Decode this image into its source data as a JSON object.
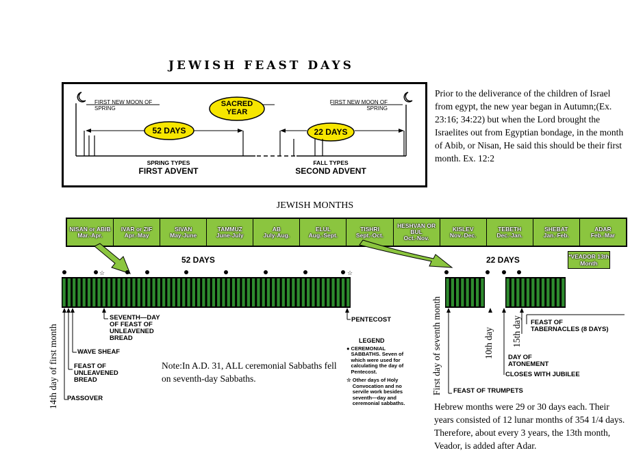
{
  "title": "JEWISH FEAST DAYS",
  "intro_text": "Prior to the deliverance of the children of Israel from egypt, the new year began in Autumn;(Ex. 23:16; 34:22) but when the Lord brought the Israelites out from Egyptian bondage, in the month of Abib, or Nisan, He said this should be their first month. Ex. 12:2",
  "top_diagram": {
    "left_moon": "FIRST NEW MOON OF SPRING",
    "right_moon": "FIRST NEW MOON OF SPRING",
    "sacred_year": "SACRED YEAR",
    "days_left": "52 DAYS",
    "days_right": "22 DAYS",
    "spring_types": "SPRING TYPES",
    "first_advent": "FIRST ADVENT",
    "fall_types": "FALL TYPES",
    "second_advent": "SECOND ADVENT"
  },
  "months_title": "JEWISH MONTHS",
  "months": [
    {
      "name": "NISAN or ABIB",
      "period": "Mar.-Apr."
    },
    {
      "name": "IVAR or ZIF",
      "period": "Apr.-May"
    },
    {
      "name": "SIVAN",
      "period": "May-June"
    },
    {
      "name": "TAMMUZ",
      "period": "June-July"
    },
    {
      "name": "AB",
      "period": "July-Aug."
    },
    {
      "name": "ELUL",
      "period": "Aug.-Sept."
    },
    {
      "name": "TISHRI",
      "period": "Sept.-Oct."
    },
    {
      "name": "HESHVAN OR BUL",
      "period": "Oct.-Nov."
    },
    {
      "name": "KISLEV",
      "period": "Nov.-Dec."
    },
    {
      "name": "TEBETH",
      "period": "Dec.-Jan."
    },
    {
      "name": "SHEBAT",
      "period": "Jan.-Feb."
    },
    {
      "name": "ADAR",
      "period": "Feb.-Mar"
    }
  ],
  "veador": "*VEADOR 13th Month",
  "days_52": "52 DAYS",
  "days_22": "22 DAYS",
  "labels": {
    "seventh_day": "SEVENTH—DAY OF FEAST OF UNLEAVENED BREAD",
    "wave_sheaf": "WAVE SHEAF",
    "feast_unleavened": "FEAST OF UNLEAVENED BREAD",
    "passover": "PASSOVER",
    "pentecost": "PENTECOST",
    "feast_tabernacles": "FEAST OF TABERNACLES (8 DAYS)",
    "day_atonement": "DAY OF ATONEMENT",
    "closes_jubilee": "CLOSES WITH JUBILEE",
    "feast_trumpets": "FEAST OF TRUMPETS",
    "v_14th": "14th day of first month",
    "v_first7": "First day of seventh month",
    "v_10th": "10th day",
    "v_15th": "15th day"
  },
  "legend": {
    "heading": "LEGEND",
    "item1": "CEREMONIAL SABBATHS. Seven of which were used for calculating the day of Pentecost.",
    "item2": "Other days of Holy Convocation and no servile work besides seventh—day and ceremonial sabbaths."
  },
  "note": "Note:In A.D. 31, ALL ceremonial Sabbaths fell on seventh-day Sabbaths.",
  "hebrew_note": "Hebrew months were 29 or 30 days each. Their years consisted of 12 lunar months of 354 1/4 days. Therefore, about every 3 years, the 13th month, Veador, is added after Adar.",
  "colors": {
    "month_green": "#8bc53f",
    "arrow_green": "#8bc53f",
    "bar_green": "#2e8b2e",
    "oval_yellow": "#f7e600"
  }
}
